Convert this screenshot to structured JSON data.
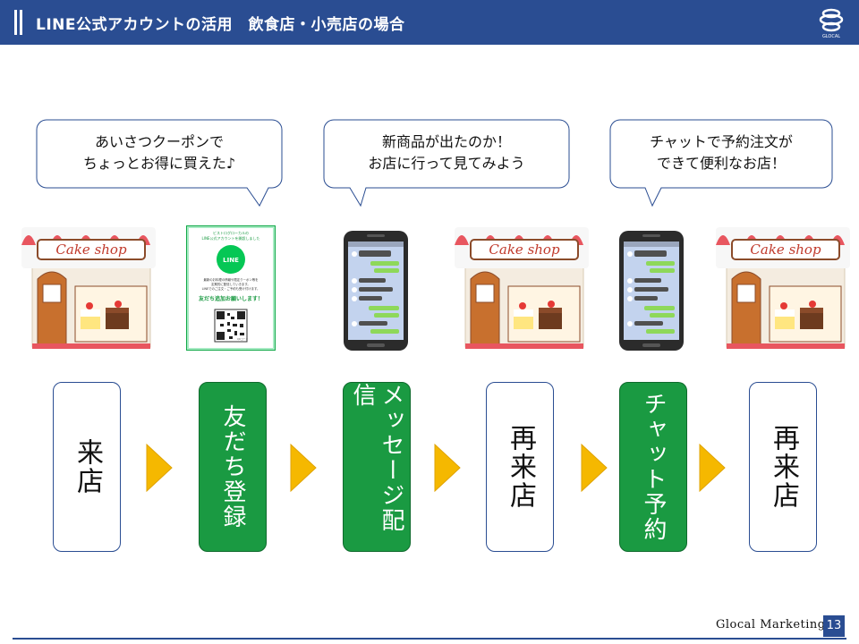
{
  "header": {
    "title": "LINE公式アカウントの活用　飲食店・小売店の場合",
    "logo_icon": "glocal-logo-icon",
    "logo_text": "GLOCAL"
  },
  "bubbles": [
    {
      "line1": "あいさつクーポンで",
      "line2": "ちょっとお得に買えた♪"
    },
    {
      "line1": "新商品が出たのか！",
      "line2": "お店に行って見てみよう"
    },
    {
      "line1": "チャットで予約注文が",
      "line2": "できて便利なお店！"
    }
  ],
  "illustrations": {
    "shop_sign": "Cake shop",
    "flyer": {
      "top_text": "ビストログローカルの",
      "top_text2": "LINE公式アカウントを開設しました",
      "logo": "LINE",
      "body1": "最新のお料理の情報や限定クーポン等を",
      "body2": "定期的に配信していきます。",
      "body3": "LINEでのご注文・ご予約も受け付けます。",
      "cta": "友だち追加お願いします！",
      "qr_caption": "QRコード"
    }
  },
  "steps": [
    {
      "label": "来店",
      "style": "outline"
    },
    {
      "label": "友だち登録",
      "style": "filled"
    },
    {
      "label": "メッセージ配信",
      "style": "filled"
    },
    {
      "label": "再来店",
      "style": "outline"
    },
    {
      "label": "チャット予約",
      "style": "filled"
    },
    {
      "label": "再来店",
      "style": "outline"
    }
  ],
  "footer": {
    "brand": "Glocal Marketing",
    "page": "13"
  },
  "colors": {
    "brand_blue": "#2a4d92",
    "step_green": "#1a9a42",
    "arrow_yellow": "#f5b800",
    "line_green": "#06c755"
  }
}
